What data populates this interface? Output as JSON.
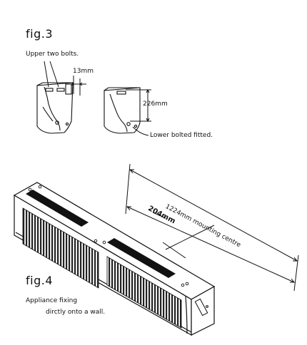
{
  "fig3": {
    "title": "fig.3",
    "upper_bolts_label": "Upper two bolts.",
    "gap_dimension": "13mm",
    "height_dimension": "226mm",
    "lower_bolts_label": "Lower bolted fitted."
  },
  "fig4": {
    "title": "fig.4",
    "mounting_centre_label": "1224mm mounting centre",
    "depth_dimension": "204mm",
    "caption_line1": "Appliance fixing",
    "caption_line2": "dirctly onto a wall."
  },
  "colors": {
    "ink": "#111111",
    "background": "#ffffff"
  }
}
